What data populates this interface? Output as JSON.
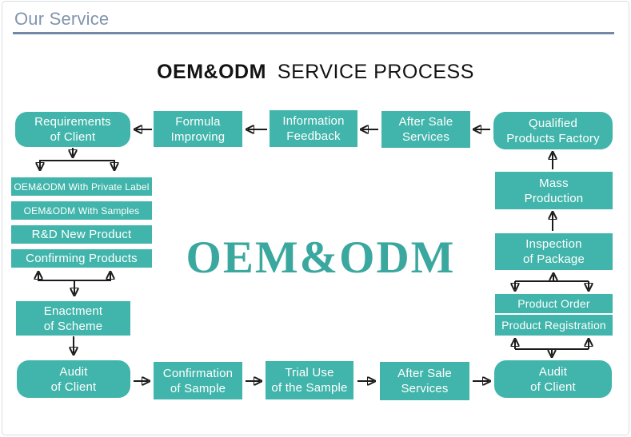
{
  "section_header": {
    "label": "Our Service"
  },
  "title": {
    "emphasis": "OEM&ODM",
    "rest": "SERVICE PROCESS"
  },
  "watermark": "OEM&ODM",
  "colors": {
    "box_teal": "#41b5ab",
    "watermark_teal": "#3aa89f",
    "header_text": "#8194ad",
    "header_rule": "#7288a5",
    "arrow": "#1b1b1b",
    "box_text": "#ffffff",
    "title_text": "#141414"
  },
  "nodes": {
    "requirements_of_client": {
      "line1": "Requirements",
      "line2": "of Client"
    },
    "formula_improving": {
      "line1": "Formula",
      "line2": "Improving"
    },
    "information_feedback": {
      "line1": "Information",
      "line2": "Feedback"
    },
    "after_sale_services_top": {
      "line1": "After Sale",
      "line2": "Services"
    },
    "qualified_products_factory": {
      "line1": "Qualified",
      "line2": "Products Factory"
    },
    "oem_private_label": {
      "line1": "OEM&ODM With Private Label"
    },
    "oem_with_samples": {
      "line1": "OEM&ODM With Samples"
    },
    "rd_new_product": {
      "line1": "R&D New Product"
    },
    "confirming_products": {
      "line1": "Confirming Products"
    },
    "enactment_of_scheme": {
      "line1": "Enactment",
      "line2": "of Scheme"
    },
    "audit_of_client_left": {
      "line1": "Audit",
      "line2": "of Client"
    },
    "confirmation_of_sample": {
      "line1": "Confirmation",
      "line2": "of Sample"
    },
    "trial_use_of_the_sample": {
      "line1": "Trial Use",
      "line2": "of the Sample"
    },
    "after_sale_services_bottom": {
      "line1": "After Sale",
      "line2": "Services"
    },
    "audit_of_client_right": {
      "line1": "Audit",
      "line2": "of Client"
    },
    "mass_production": {
      "line1": "Mass",
      "line2": "Production"
    },
    "inspection_of_package": {
      "line1": "Inspection",
      "line2": "of Package"
    },
    "product_order": {
      "line1": "Product Order"
    },
    "product_registration": {
      "line1": "Product Registration"
    }
  }
}
